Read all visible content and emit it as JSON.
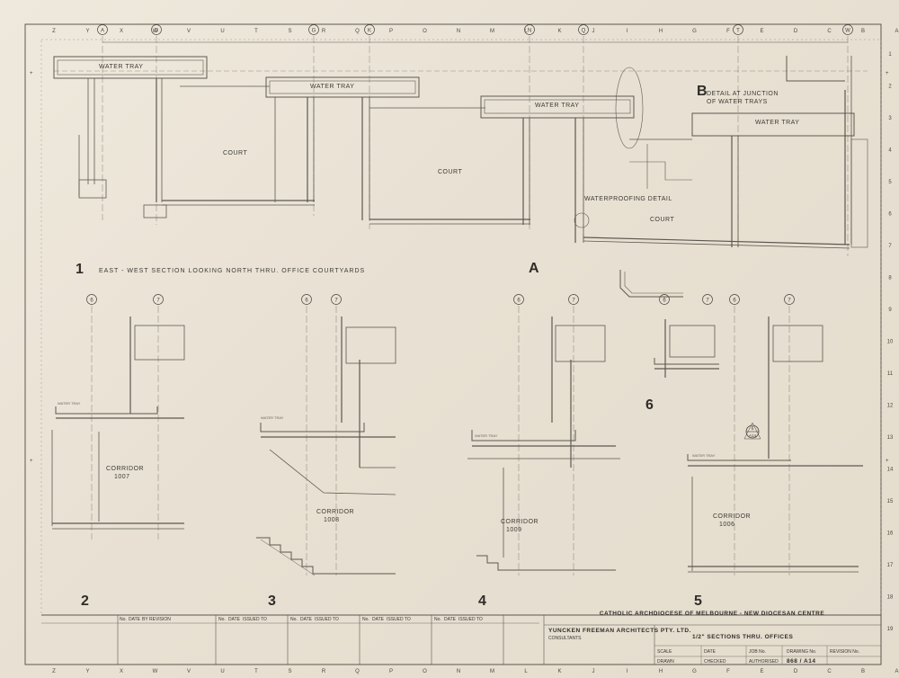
{
  "sheet": {
    "border_letters": [
      "Z",
      "Y",
      "X",
      "W",
      "V",
      "U",
      "T",
      "S",
      "R",
      "Q",
      "P",
      "O",
      "N",
      "M",
      "L",
      "K",
      "J",
      "I",
      "H",
      "G",
      "F",
      "E",
      "D",
      "C",
      "B",
      "A"
    ],
    "border_numbers": [
      "1",
      "2",
      "3",
      "4",
      "5",
      "6",
      "7",
      "8",
      "9",
      "10",
      "11",
      "12",
      "13",
      "14",
      "15",
      "16",
      "17",
      "18",
      "19"
    ]
  },
  "section1": {
    "number": "1",
    "title": "EAST - WEST  SECTION  LOOKING  NORTH  THRU.  OFFICE  COURTYARDS",
    "grid_lines": [
      "A",
      "D",
      "G",
      "K",
      "N",
      "Q",
      "T",
      "W"
    ],
    "water_tray_label": "WATER  TRAY",
    "court_label": "COURT",
    "detail_a_letter": "A",
    "detail_a_title": "WATERPROOFING DETAIL",
    "detail_b_letter": "B",
    "detail_b_title_line1": "DETAIL AT JUNCTION",
    "detail_b_title_line2": "OF WATER TRAYS"
  },
  "sections": [
    {
      "number": "2",
      "grid_a": "6",
      "grid_b": "7",
      "corridor": "CORRIDOR",
      "room": "1007",
      "tray": "WATER TRAY"
    },
    {
      "number": "3",
      "grid_a": "6",
      "grid_b": "7",
      "corridor": "CORRIDOR",
      "room": "1008",
      "tray": "WATER TRAY"
    },
    {
      "number": "4",
      "grid_a": "6",
      "grid_b": "7",
      "corridor": "CORRIDOR",
      "room": "1009",
      "tray": "WATER TRAY"
    },
    {
      "number": "5",
      "grid_a": "6",
      "grid_b": "7",
      "corridor": "CORRIDOR",
      "room": "1006",
      "tray": "WATER TRAY"
    },
    {
      "number": "6",
      "grid_a": "6",
      "grid_b": "7"
    }
  ],
  "callout": {
    "top": "6",
    "bottom": "A14"
  },
  "title_block": {
    "client": "CATHOLIC  ARCHDIOCESE  OF  MELBOURNE  -  NEW  DIOCESAN  CENTRE",
    "architect": "YUNCKEN FREEMAN ARCHITECTS PTY. LTD.",
    "consultants": "CONSULTANTS",
    "drawing_title": "1/2\"  SECTIONS  THRU.  OFFICES",
    "drawing_no_label": "DRAWING No.",
    "drawing_no": "868 / A14",
    "scale_label": "SCALE",
    "date_label": "DATE",
    "drawn_label": "DRAWN",
    "checked_label": "CHECKED",
    "authorised_label": "AUTHORISED",
    "revision_label": "REVISION No.",
    "job_no_label": "JOB No.",
    "revision_columns": [
      "No.",
      "DATE",
      "BY",
      "REVISION"
    ],
    "issued_columns": [
      "No.",
      "DATE",
      "ISSUED TO"
    ]
  }
}
